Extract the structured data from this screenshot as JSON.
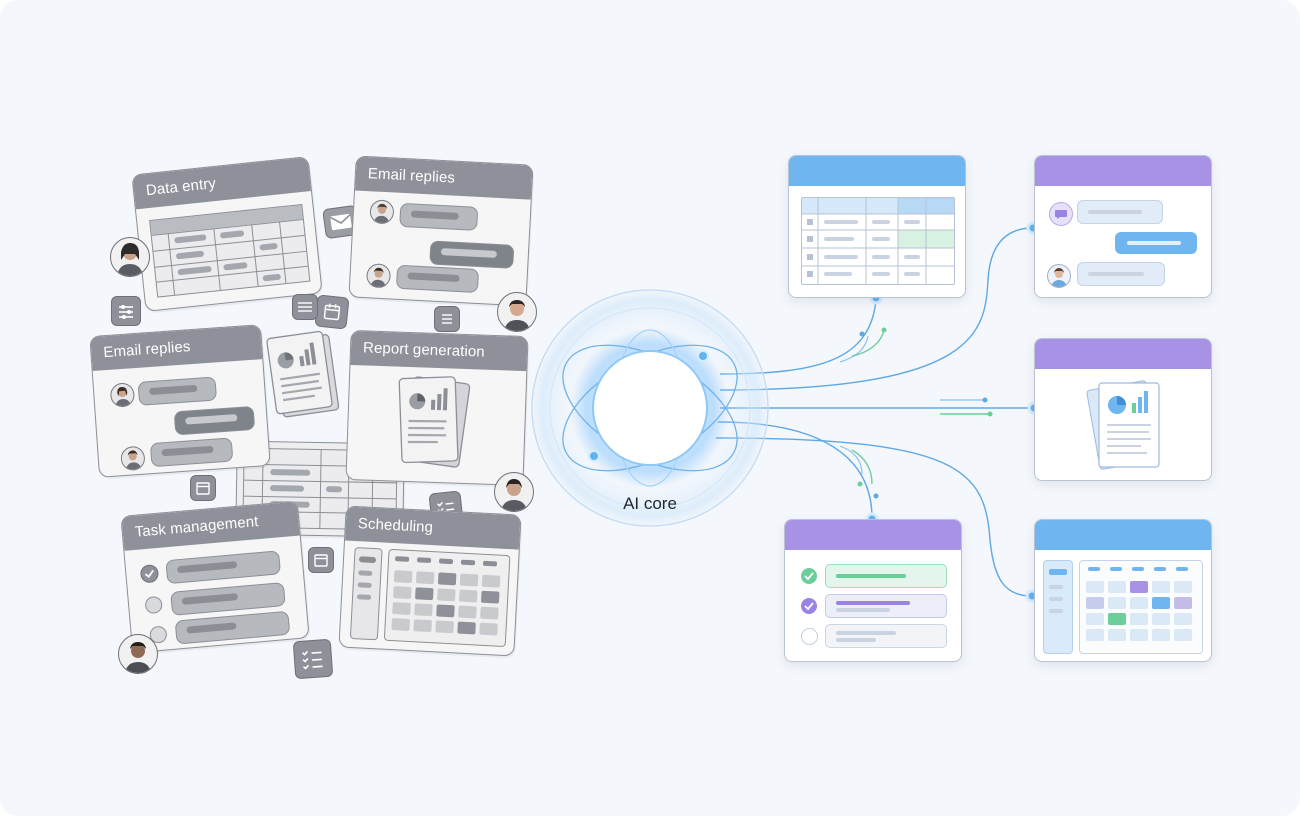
{
  "left_cards": {
    "data_entry": "Data entry",
    "email_replies_top": "Email replies",
    "email_replies_left": "Email replies",
    "report_generation": "Report generation",
    "task_management": "Task management",
    "scheduling": "Scheduling"
  },
  "core": {
    "label": "AI core"
  },
  "colors": {
    "background": "#f4f7fb",
    "grey_card_header": "#8e9199",
    "blue_accent": "#6fb5ef",
    "purple_accent": "#a892e6",
    "green_accent": "#6ccf9a",
    "connector": "#5fa8e6"
  },
  "icons": [
    "envelope-icon",
    "sliders-icon",
    "calendar-icon",
    "list-icon",
    "checklist-icon",
    "pie-chart-icon",
    "bar-chart-icon",
    "chat-icon",
    "document-icon",
    "avatar-icon"
  ]
}
